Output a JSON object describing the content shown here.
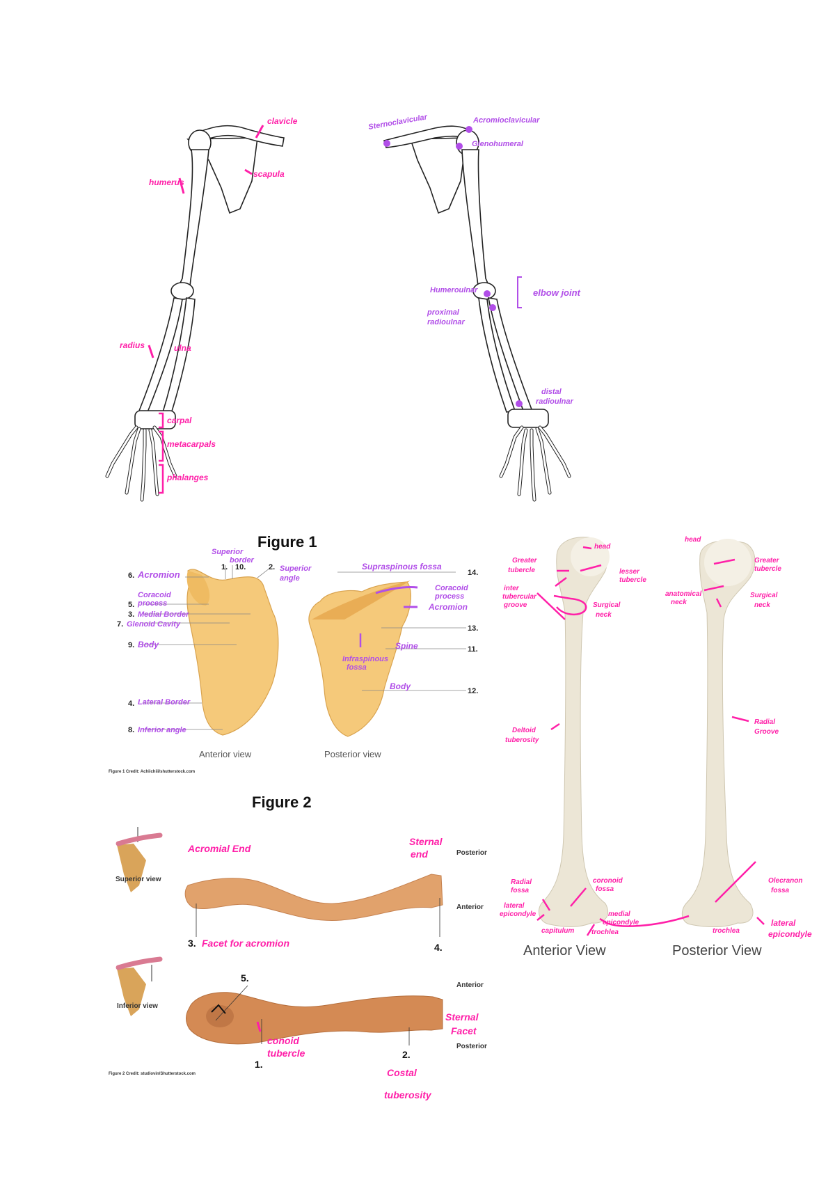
{
  "colors": {
    "pink": "#ff1fa8",
    "purple": "#b14ee8",
    "bone_outline": "#222222",
    "scapula_fill": "#f5c97a",
    "clavicle_fill": "#d99a66",
    "humerus_fill": "#ece6d6"
  },
  "arm_anterior_labels": {
    "clavicle": "clavicle",
    "scapula": "scapula",
    "humerus": "humerus",
    "radius": "radius",
    "ulna": "ulna",
    "carpal": "carpal",
    "metacarpals": "metacarpals",
    "phalanges": "phalanges"
  },
  "arm_joint_labels": {
    "sternoclavicular": "Sternoclavicular",
    "acromioclavicular": "Acromioclavicular",
    "glenohumeral": "Glenohumeral",
    "humeroulnar": "Humeroulnar",
    "proximal_radioulnar": [
      "proximal",
      "radioulnar"
    ],
    "elbow_joint": "elbow joint",
    "distal_radioulnar": [
      "distal",
      "radioulnar"
    ]
  },
  "figure1": {
    "title": "Figure 1",
    "anterior_view": "Anterior view",
    "posterior_view": "Posterior view",
    "credit": "Figure 1 Credit: Achiichiii/shutterstock.com",
    "numbers": [
      "1.",
      "10.",
      "2.",
      "6.",
      "5.",
      "3.",
      "7.",
      "9.",
      "4.",
      "8.",
      "14.",
      "13.",
      "11.",
      "12."
    ],
    "handwritten": {
      "superior_border": [
        "Superior",
        "border"
      ],
      "superior_angle": [
        "Superior",
        "angle"
      ],
      "acromion_1": "Acromion",
      "coracoid_process_1": [
        "Coracoid",
        "process"
      ],
      "medial_border": "Medial Border",
      "glenoid_cavity": "Glenoid Cavity",
      "body_1": "Body",
      "lateral_border": "Lateral Border",
      "inferior_angle": "Inferior angle",
      "supraspinous_fossa": "Supraspinous fossa",
      "coracoid_process_2": [
        "Coracoid",
        "process"
      ],
      "acromion_2": "Acromion",
      "spine": "Spine",
      "infraspinous_fossa": [
        "Infraspinous",
        "fossa"
      ],
      "body_2": "Body"
    }
  },
  "figure2": {
    "title": "Figure 2",
    "superior_view": "Superior view",
    "inferior_view": "Inferior view",
    "posterior": "Posterior",
    "anterior": "Anterior",
    "credit": "Figure 2 Credit: studiovin/Shutterstock.com",
    "numbers": [
      "3.",
      "4.",
      "5.",
      "1.",
      "2."
    ],
    "handwritten": {
      "acromial_end": "Acromial End",
      "sternal_end": [
        "Sternal",
        "end"
      ],
      "facet": "Facet for acromion",
      "sternal_facet": [
        "Sternal",
        "Facet"
      ],
      "conoid_tubercle": [
        "conoid",
        "tubercle"
      ],
      "costal_tuberosity": [
        "Costal",
        "tuberosity"
      ]
    }
  },
  "humerus": {
    "anterior_view": "Anterior View",
    "posterior_view": "Posterior View",
    "labels": {
      "head_1": "head",
      "head_2": "head",
      "greater_tubercle": [
        "Greater",
        "tubercle"
      ],
      "lesser_tubercle": [
        "lesser",
        "tubercle"
      ],
      "intertubercular": [
        "inter",
        "tubercular",
        "groove"
      ],
      "surgical_neck_1": [
        "Surgical",
        "neck"
      ],
      "anatomical_neck": [
        "anatomical",
        "neck"
      ],
      "greater_tubercle_2": [
        "Greater",
        "tubercle"
      ],
      "surgical_neck_2": [
        "Surgical",
        "neck"
      ],
      "deltoid_tuberosity": [
        "Deltoid",
        "tuberosity"
      ],
      "radial_groove": [
        "Radial",
        "Groove"
      ],
      "radial_fossa": [
        "Radial",
        "fossa"
      ],
      "coronoid_fossa": [
        "coronoid",
        "fossa"
      ],
      "lateral_epicondyle_1": [
        "lateral",
        "epicondyle"
      ],
      "medial_epicondyle": [
        "medial",
        "epicondyle"
      ],
      "capitulum": "capitulum",
      "trochlea_1": "trochlea",
      "olecranon_fossa": [
        "Olecranon",
        "fossa"
      ],
      "lateral_epicondyle_2": [
        "lateral",
        "epicondyle"
      ],
      "trochlea_2": "trochlea"
    }
  }
}
